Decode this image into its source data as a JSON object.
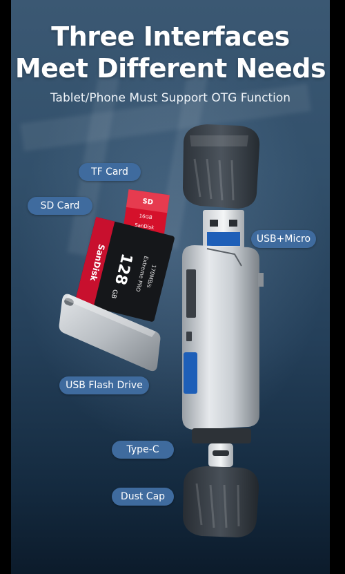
{
  "heading": {
    "line1": "Three Interfaces",
    "line2": "Meet Different Needs",
    "subtitle": "Tablet/Phone Must Support OTG Function"
  },
  "labels": {
    "tf_card": "TF Card",
    "sd_card": "SD Card",
    "usb_micro": "USB+Micro",
    "usb_flash_drive": "USB Flash Drive",
    "type_c": "Type-C",
    "dust_cap": "Dust Cap"
  },
  "sd_card_print": {
    "brand": "SanDisk",
    "capacity": "128",
    "unit": "GB",
    "line_a": "Extreme PRO",
    "line_b": "170MB/s"
  },
  "tf_card_print": {
    "top": "SD",
    "capacity": "16GB",
    "brand": "SanDisk"
  },
  "colors": {
    "pill_bg": "#3f6b9e",
    "background_top": "#3b5873",
    "background_bottom": "#0c1b2b",
    "sd_red": "#c8102e"
  }
}
